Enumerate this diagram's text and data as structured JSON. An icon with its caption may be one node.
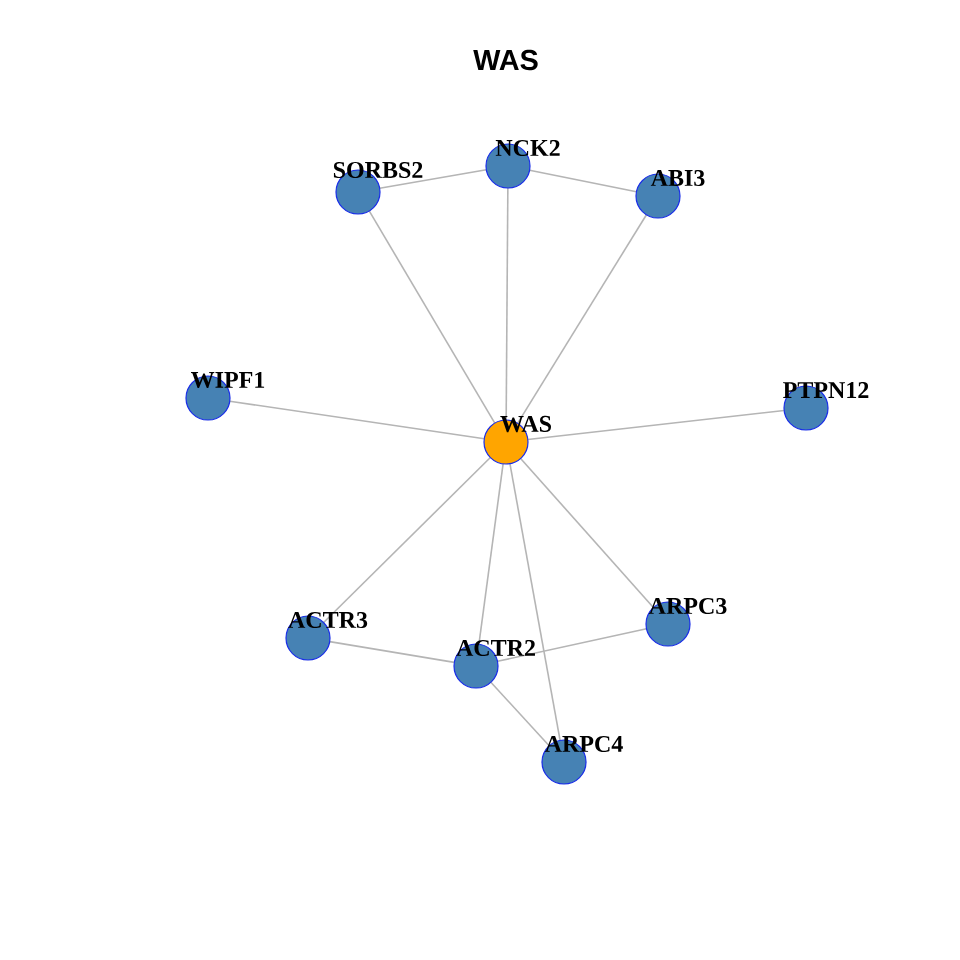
{
  "diagram": {
    "title": "WAS",
    "nodes": [
      {
        "text": [
          "SORBS2"
        ]
      },
      {
        "text": [
          "NCK2"
        ]
      },
      {
        "text": [
          "ABI3"
        ]
      },
      {
        "text": [
          "WIPF1"
        ]
      },
      {
        "text": [
          "WAS"
        ]
      },
      {
        "text": [
          "PTPN12"
        ]
      },
      {
        "text": [
          "ACTR3"
        ]
      },
      {
        "text": [
          "ACTR2"
        ]
      },
      {
        "text": [
          "ARPC3"
        ]
      },
      {
        "text": [
          "ARPC4"
        ]
      }
    ],
    "edges": [
      {
        "from": 0,
        "to": 1,
        "arrow": "none"
      },
      {
        "from": 1,
        "to": 2,
        "arrow": "none"
      },
      {
        "from": 4,
        "to": 0,
        "arrow": "none"
      },
      {
        "from": 4,
        "to": 1,
        "arrow": "none"
      },
      {
        "from": 4,
        "to": 2,
        "arrow": "none"
      },
      {
        "from": 4,
        "to": 3,
        "arrow": "none"
      },
      {
        "from": 4,
        "to": 5,
        "arrow": "none"
      },
      {
        "from": 4,
        "to": 6,
        "arrow": "none"
      },
      {
        "from": 4,
        "to": 7,
        "arrow": "none"
      },
      {
        "from": 4,
        "to": 8,
        "arrow": "none"
      },
      {
        "from": 4,
        "to": 9,
        "arrow": "none"
      },
      {
        "from": 6,
        "to": 7,
        "arrow": "none"
      },
      {
        "from": 7,
        "to": 8,
        "arrow": "none"
      },
      {
        "from": 7,
        "to": 9,
        "arrow": "none"
      }
    ]
  }
}
